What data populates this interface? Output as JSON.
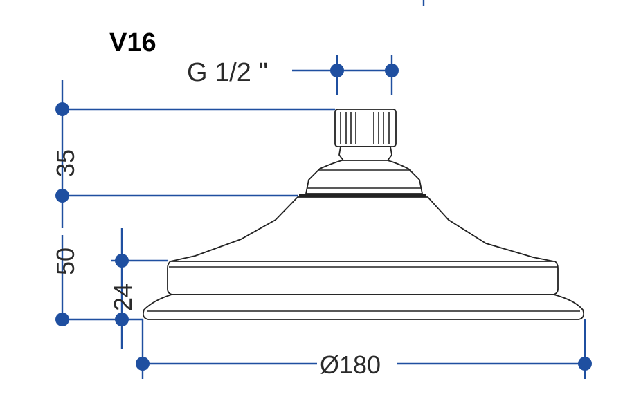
{
  "title": "V16",
  "thread_label": "G 1/2 \"",
  "dimensions": {
    "connector_height": "35",
    "body_height": "50",
    "base_height": "24",
    "diameter": "Ø180"
  },
  "colors": {
    "dimension": "#1f4fa0",
    "outline": "#222222"
  }
}
